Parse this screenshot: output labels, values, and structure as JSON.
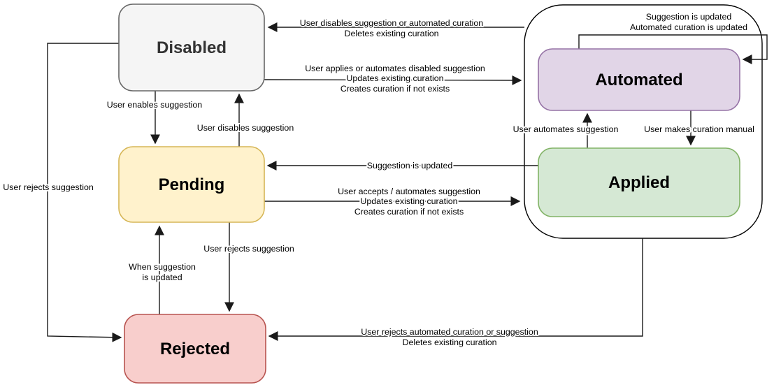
{
  "background_color": "#ffffff",
  "edge_color": "#1a1a1a",
  "nodes": {
    "disabled": {
      "label": "Disabled",
      "fill": "#f5f5f5",
      "stroke": "#666666",
      "text_color": "#333333"
    },
    "pending": {
      "label": "Pending",
      "fill": "#fff2cc",
      "stroke": "#d6b656",
      "text_color": "#000000"
    },
    "rejected": {
      "label": "Rejected",
      "fill": "#f8cecc",
      "stroke": "#b85450",
      "text_color": "#000000"
    },
    "automated": {
      "label": "Automated",
      "fill": "#e1d5e7",
      "stroke": "#9673a6",
      "text_color": "#000000"
    },
    "applied": {
      "label": "Applied",
      "fill": "#d5e8d4",
      "stroke": "#82b366",
      "text_color": "#000000"
    }
  },
  "edges": {
    "group_to_disabled": {
      "label_lines": [
        "User disables suggestion or automated curation",
        "Deletes existing curation"
      ]
    },
    "disabled_to_group": {
      "label_lines": [
        "User applies or automates disabled suggestion",
        "Updates existing curation",
        "Creates curation if not exists"
      ]
    },
    "disabled_to_pending": {
      "label_lines": [
        "User enables suggestion"
      ]
    },
    "pending_to_disabled": {
      "label_lines": [
        "User disables suggestion"
      ]
    },
    "automated_self_loop": {
      "label_lines": [
        "Suggestion is updated",
        "Automated curation is updated"
      ]
    },
    "applied_to_automated": {
      "label_lines": [
        "User automates suggestion"
      ]
    },
    "automated_to_applied": {
      "label_lines": [
        "User makes curation manual"
      ]
    },
    "applied_to_pending": {
      "label_lines": [
        "Suggestion is updated"
      ]
    },
    "pending_to_group": {
      "label_lines": [
        "User accepts / automates suggestion",
        "Updates existing curation",
        "Creates curation if not exists"
      ]
    },
    "pending_to_rejected": {
      "label_lines": [
        "User rejects suggestion"
      ]
    },
    "rejected_to_pending": {
      "label_lines": [
        "When suggestion",
        "is updated"
      ]
    },
    "disabled_to_rejected": {
      "label_lines": [
        "User rejects suggestion"
      ]
    },
    "group_to_rejected": {
      "label_lines": [
        "User rejects automated curation or suggestion",
        "Deletes existing curation"
      ]
    }
  }
}
